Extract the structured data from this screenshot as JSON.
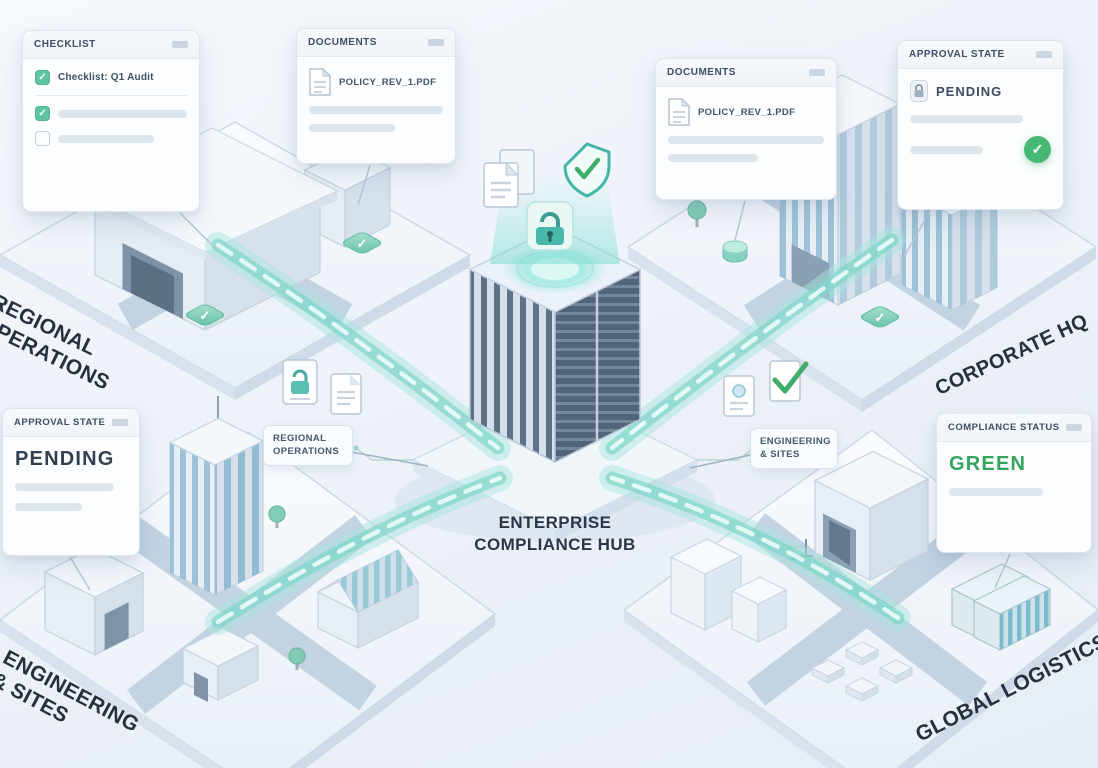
{
  "hub": {
    "title_line1": "ENTERPRISE",
    "title_line2": "COMPLIANCE HUB",
    "tags": {
      "regional": "REGIONAL OPERATIONS",
      "engineering": "ENGINEERING & SITES"
    }
  },
  "quadrants": {
    "top_left_label": "REGIONAL OPERATIONS",
    "top_right_label": "CORPORATE HQ",
    "bottom_left_label": "ENGINEERING & SITES",
    "bottom_right_label": "GLOBAL LOGISTICS"
  },
  "cards": {
    "checklist": {
      "title": "CHECKLIST",
      "item_1": "Checklist: Q1 Audit"
    },
    "documents_top_left": {
      "title": "DOCUMENTS",
      "file_name": "POLICY_REV_1.PDF"
    },
    "documents_top_right": {
      "title": "DOCUMENTS",
      "file_name": "POLICY_REV_1.PDF"
    },
    "approval_top_right": {
      "title": "APPROVAL STATE",
      "status": "PENDING"
    },
    "approval_mid_left": {
      "title": "APPROVAL STATE",
      "status": "PENDING"
    },
    "compliance_status": {
      "title": "COMPLIANCE STATUS",
      "status": "GREEN"
    }
  },
  "icons": {
    "check": "✓",
    "lock": "padlock",
    "shield_check": "shield-with-check",
    "document": "paper-page"
  },
  "colors": {
    "accent_teal": "#49b8ac",
    "stream_teal": "#7fd6ca",
    "status_green": "#35a45c",
    "label_dark": "#27303d",
    "road_gray_blue": "#c2d3e2",
    "background": "#edf2f8"
  }
}
